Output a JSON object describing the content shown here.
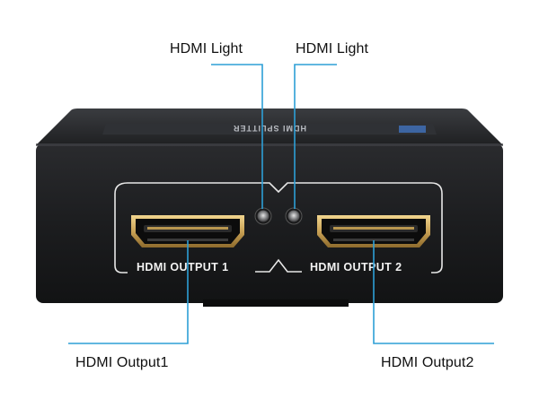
{
  "callouts": {
    "light_left": "HDMI Light",
    "light_right": "HDMI Light",
    "output_1": "HDMI Output1",
    "output_2": "HDMI Output2"
  },
  "device": {
    "port_1_label": "HDMI OUTPUT 1",
    "port_2_label": "HDMI OUTPUT 2",
    "brand_text": "HDMI SPLITTER"
  },
  "colors": {
    "callout_line": "#2d9fd6",
    "device_body": "#1d1e20",
    "port_gold": "#c9a255",
    "panel_line": "#e8e8e8"
  }
}
